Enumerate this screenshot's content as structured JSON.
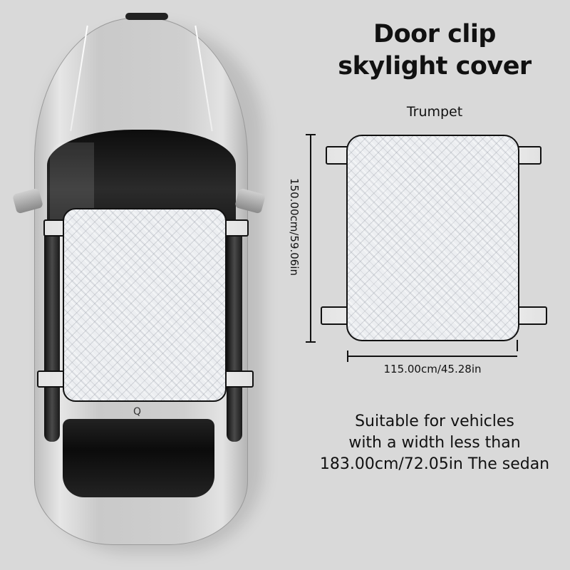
{
  "product": {
    "title_line1": "Door clip",
    "title_line2": "skylight cover",
    "variant": "Trumpet"
  },
  "dimensions": {
    "height_label": "150.00cm/59.06in",
    "width_label": "115.00cm/45.28in"
  },
  "description": {
    "line1": "Suitable for vehicles",
    "line2": "with a width less than",
    "line3": "183.00cm/72.05in The sedan"
  },
  "car": {
    "rear_badge_icon": "brand-logo-icon",
    "rear_badge_glyph": "Q"
  },
  "colors": {
    "background": "#d9d9d9",
    "text": "#111111",
    "cover_fill": "#eceef1",
    "outline": "#111111"
  }
}
